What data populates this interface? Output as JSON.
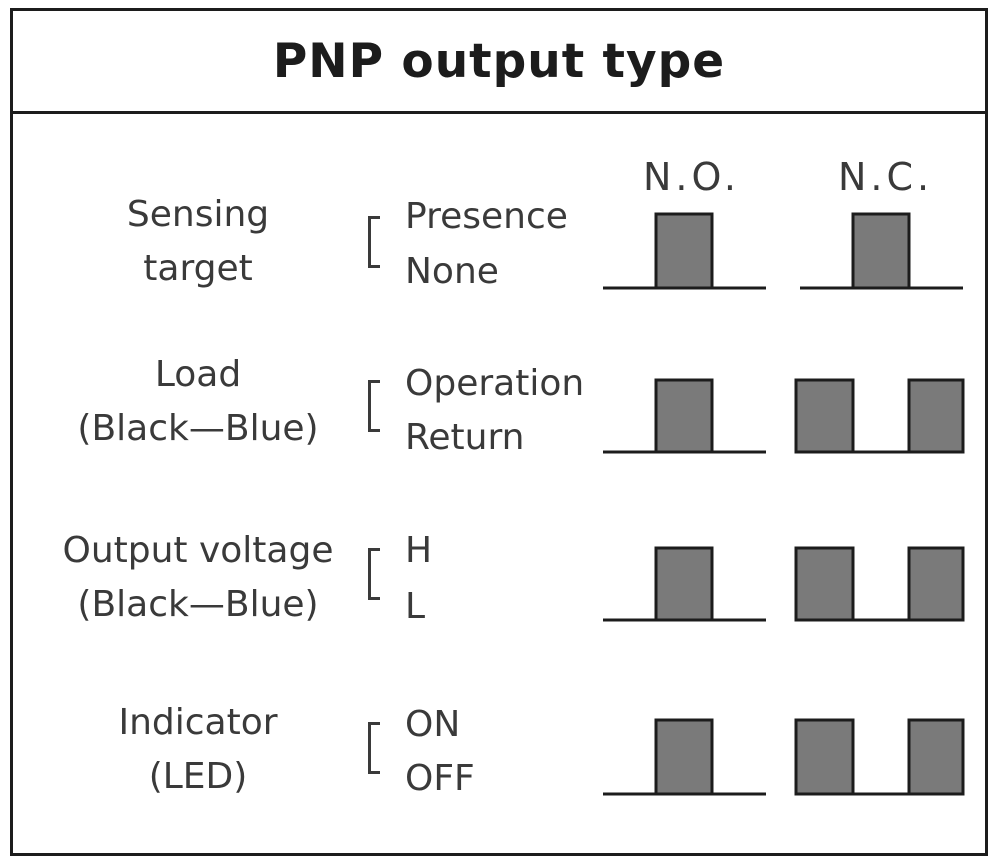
{
  "title": "PNP output type",
  "columns": [
    "N.O.",
    "N.C."
  ],
  "rows": [
    {
      "label_line1": "Sensing",
      "label_line2": "target",
      "state_high": "Presence",
      "state_low": "None",
      "no_pattern": "pulse",
      "nc_pattern": "pulse"
    },
    {
      "label_line1": "Load",
      "label_line2": "(Black—Blue)",
      "state_high": "Operation",
      "state_low": "Return",
      "no_pattern": "pulse",
      "nc_pattern": "inverted"
    },
    {
      "label_line1": "Output voltage",
      "label_line2": "(Black—Blue)",
      "state_high": "H",
      "state_low": "L",
      "no_pattern": "pulse",
      "nc_pattern": "inverted"
    },
    {
      "label_line1": "Indicator",
      "label_line2": "(LED)",
      "state_high": "ON",
      "state_low": "OFF",
      "no_pattern": "pulse",
      "nc_pattern": "inverted"
    }
  ],
  "colors": {
    "border": "#1c1c1c",
    "text": "#3a3a3a",
    "pulse_fill": "#7a7a7a"
  }
}
